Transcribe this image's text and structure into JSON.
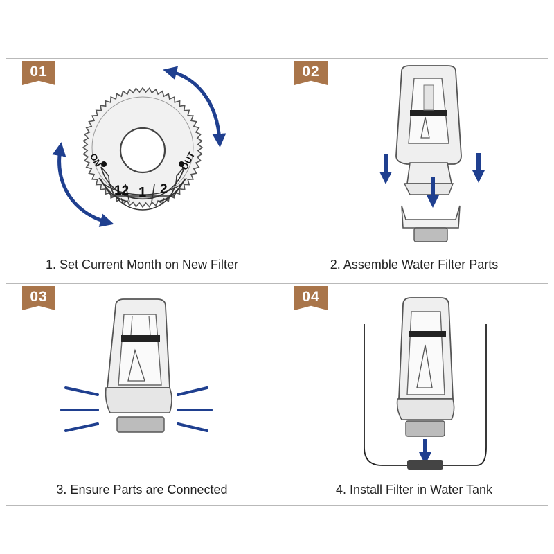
{
  "colors": {
    "badge": "#a9754a",
    "arrow": "#1f3f8f",
    "device_fill": "#efefef",
    "device_stroke": "#555555",
    "band": "#222222"
  },
  "steps": [
    {
      "badge": "01",
      "caption": "1. Set Current Month on New Filter"
    },
    {
      "badge": "02",
      "caption": "2. Assemble Water Filter Parts"
    },
    {
      "badge": "03",
      "caption": "3. Ensure Parts are Connected"
    },
    {
      "badge": "04",
      "caption": "4. Install Filter in Water Tank"
    }
  ],
  "dial": {
    "on_label": "ON",
    "out_label": "OUT",
    "months": [
      "12",
      "1",
      "2"
    ]
  }
}
